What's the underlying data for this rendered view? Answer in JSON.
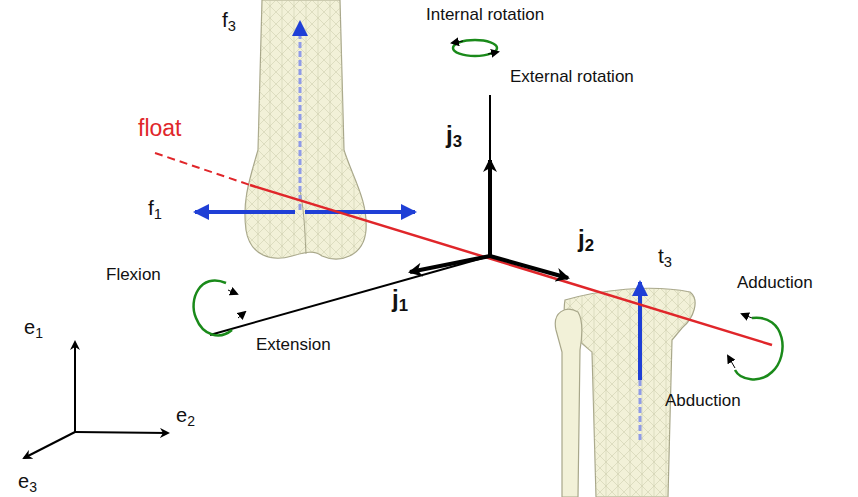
{
  "diagram": {
    "labels": [
      "f3",
      "float",
      "f1",
      "Internal rotation",
      "External rotation",
      "j3",
      "j2",
      "j1",
      "t3",
      "Flexion",
      "Extension",
      "Adduction",
      "Abduction",
      "e1",
      "e2",
      "e3"
    ]
  }
}
